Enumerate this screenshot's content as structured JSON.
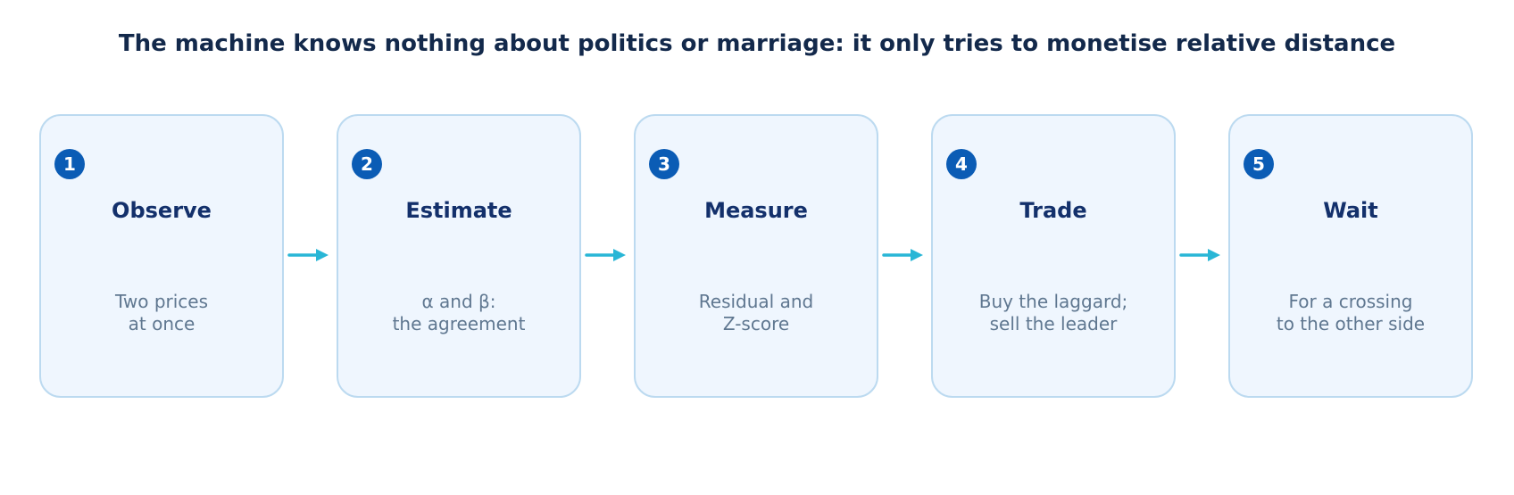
{
  "diagram": {
    "title": "The machine knows nothing about politics or marriage: it only tries to monetise relative distance",
    "colors": {
      "title": "#13294b",
      "card_fill": "#eff6fe",
      "card_border": "#bcdaf0",
      "badge": "#0b5cb5",
      "step_title": "#13306b",
      "step_text": "#5f7790",
      "arrow": "#29b6d6"
    },
    "steps": [
      {
        "number": "1",
        "title": "Observe",
        "description": "Two prices\nat once"
      },
      {
        "number": "2",
        "title": "Estimate",
        "description": "α and β:\nthe agreement"
      },
      {
        "number": "3",
        "title": "Measure",
        "description": "Residual and\nZ-score"
      },
      {
        "number": "4",
        "title": "Trade",
        "description": "Buy the laggard;\nsell the leader"
      },
      {
        "number": "5",
        "title": "Wait",
        "description": "For a crossing\nto the other side"
      }
    ]
  }
}
